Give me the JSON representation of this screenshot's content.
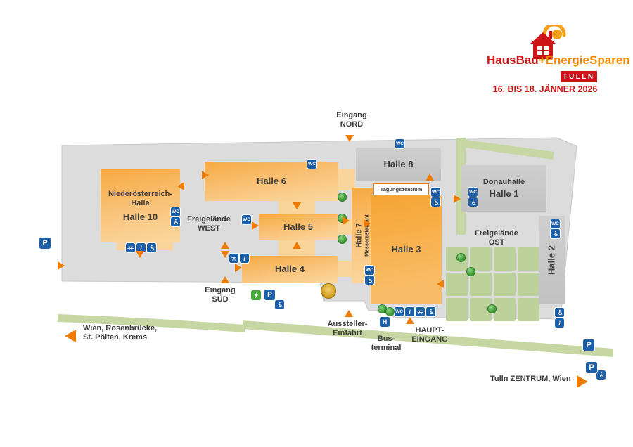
{
  "branding": {
    "title_part1": "HausBau",
    "title_plus": "+",
    "title_part2": "EnergieSparen",
    "city": "TULLN",
    "dates": "16. BIS 18. JÄNNER 2026",
    "colors": {
      "red": "#cd1417",
      "orange": "#f08a00",
      "arrow_orange": "#ee7c00"
    }
  },
  "halls": {
    "h10_line1": "Niederösterreich-",
    "h10_line2": "Halle",
    "h10_name": "Halle 10",
    "h6": "Halle 6",
    "h5": "Halle 5",
    "h4": "Halle 4",
    "h7": "Halle 7",
    "h7_sub": "Messerestaurant",
    "h3": "Halle 3",
    "h8": "Halle 8",
    "h1_line1": "Donauhalle",
    "h1_name": "Halle 1",
    "h2": "Halle 2",
    "tagung": "Tagungszentrum"
  },
  "areas": {
    "west_line1": "Freigelände",
    "west_line2": "WEST",
    "ost_line1": "Freigelände",
    "ost_line2": "OST"
  },
  "entrances": {
    "nord_line1": "Eingang",
    "nord_line2": "NORD",
    "sued_line1": "Eingang",
    "sued_line2": "SÜD",
    "aussteller_line1": "Aussteller-",
    "aussteller_line2": "Einfahrt",
    "haupt_line1": "HAUPT-",
    "haupt_line2": "EINGANG",
    "bus_line1": "Bus-",
    "bus_line2": "terminal"
  },
  "roads": {
    "west_line1": "Wien, Rosenbrücke,",
    "west_line2": "St. Pölten, Krems",
    "east": "Tulln ZENTRUM, Wien"
  },
  "icons": {
    "parking": "P",
    "wc": "WC",
    "info": "i",
    "bus_stop": "H"
  }
}
